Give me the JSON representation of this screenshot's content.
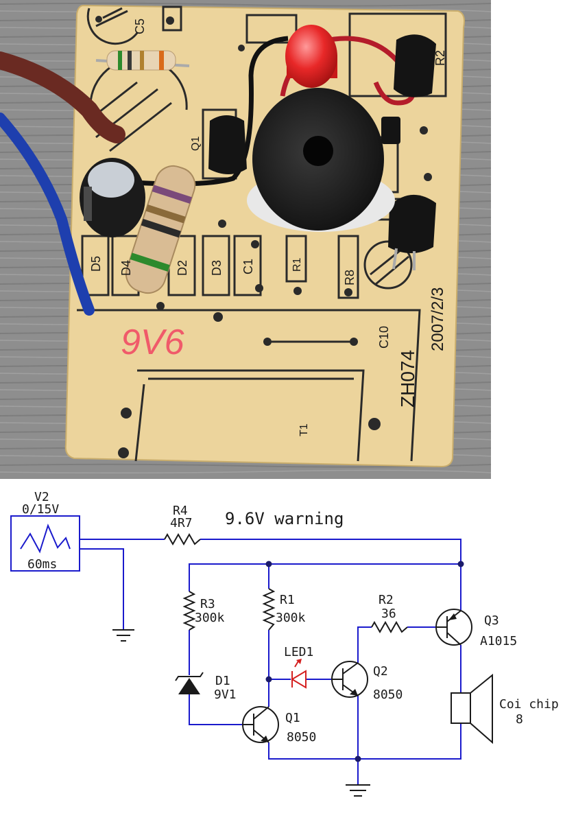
{
  "photo": {
    "labels": {
      "c5": "C5",
      "r2": "R2",
      "q1": "Q1",
      "d5": "D5",
      "d4": "D4",
      "d2": "D2",
      "d3": "D3",
      "c1": "C1",
      "r1": "R1",
      "r8": "R8",
      "c10": "C10",
      "date": "2007/2/3",
      "code": "ZH074",
      "t1": "T1",
      "handwritten": "9V6"
    }
  },
  "schematic": {
    "title": "9.6V warning",
    "v2": {
      "name": "V2",
      "value": "0/15V",
      "period": "60ms"
    },
    "r4": {
      "name": "R4",
      "value": "4R7"
    },
    "r3": {
      "name": "R3",
      "value": "300k"
    },
    "r1": {
      "name": "R1",
      "value": "300k"
    },
    "r2": {
      "name": "R2",
      "value": "36"
    },
    "d1": {
      "name": "D1",
      "value": "9V1"
    },
    "led1": {
      "name": "LED1"
    },
    "q1": {
      "name": "Q1",
      "value": "8050"
    },
    "q2": {
      "name": "Q2",
      "value": "8050"
    },
    "q3": {
      "name": "Q3",
      "value": "A1015"
    },
    "speaker": {
      "name": "Coi chip",
      "value": "8"
    },
    "colors": {
      "wire": "#1a1acc",
      "led": "#d42020",
      "ink": "#1a1a1a"
    }
  }
}
